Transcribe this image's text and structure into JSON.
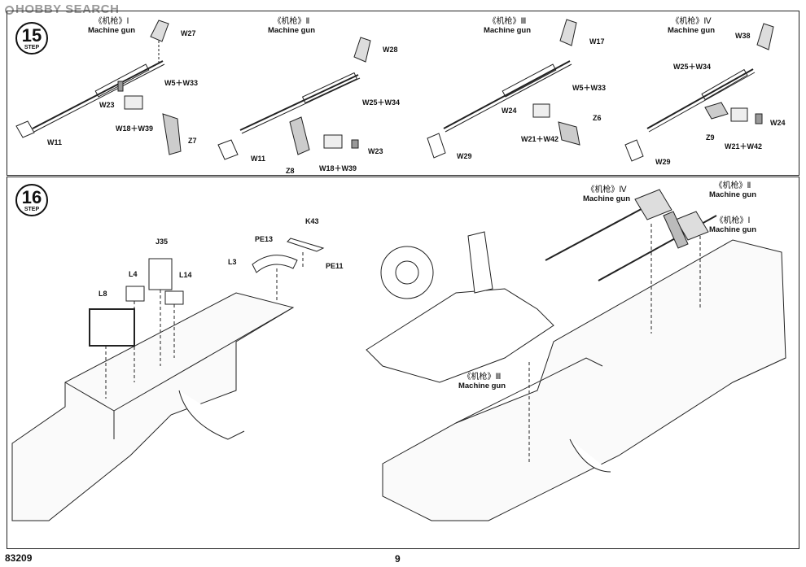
{
  "watermark": "HOBBY SEARCH",
  "footer": {
    "code": "83209",
    "page_number": "9"
  },
  "step15": {
    "number": "15",
    "step_word": "STEP",
    "groups": [
      {
        "title_cn": "《机枪》Ⅰ",
        "title_en": "Machine gun",
        "parts": [
          "W27",
          "W5＋W33",
          "W23",
          "W18＋W39",
          "Z7",
          "W11"
        ]
      },
      {
        "title_cn": "《机枪》Ⅱ",
        "title_en": "Machine gun",
        "parts": [
          "W28",
          "W25＋W34",
          "W11",
          "Z8",
          "W18＋W39",
          "W23"
        ]
      },
      {
        "title_cn": "《机枪》Ⅲ",
        "title_en": "Machine gun",
        "parts": [
          "W17",
          "W5＋W33",
          "W24",
          "Z6",
          "W21＋W42",
          "W29"
        ]
      },
      {
        "title_cn": "《机枪》Ⅳ",
        "title_en": "Machine gun",
        "parts": [
          "W38",
          "W25＋W34",
          "Z9",
          "W24",
          "W21＋W42",
          "W29"
        ]
      }
    ]
  },
  "step16": {
    "number": "16",
    "step_word": "STEP",
    "left_parts": [
      "K43",
      "PE13",
      "L3",
      "PE11",
      "J35",
      "L4",
      "L14",
      "L8"
    ],
    "right_titles": [
      {
        "title_cn": "《机枪》Ⅳ",
        "title_en": "Machine gun"
      },
      {
        "title_cn": "《机枪》Ⅱ",
        "title_en": "Machine gun"
      },
      {
        "title_cn": "《机枪》Ⅰ",
        "title_en": "Machine gun"
      },
      {
        "title_cn": "《机枪》Ⅲ",
        "title_en": "Machine gun"
      }
    ]
  }
}
